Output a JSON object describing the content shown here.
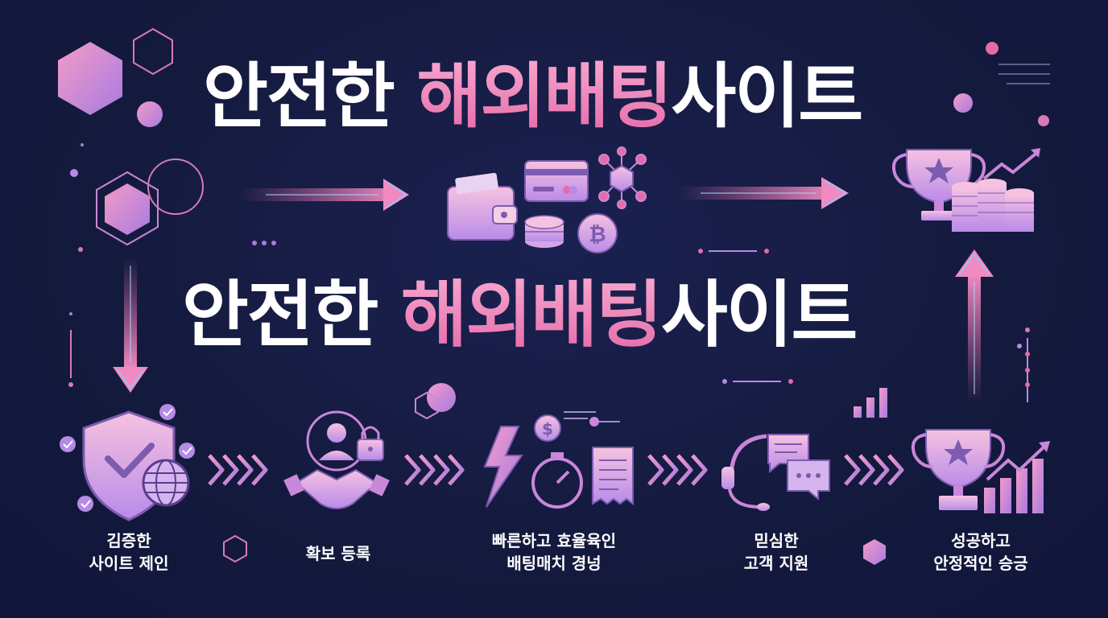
{
  "title": {
    "plain": "안전한 ",
    "highlight": "해외배팅",
    "suffix": "사이트"
  },
  "steps": [
    {
      "line1": "김증한",
      "line2": "사이트 제인",
      "icon": "shield-check-globe-icon"
    },
    {
      "line1": "확보 등록",
      "line2": "",
      "icon": "handshake-user-lock-icon"
    },
    {
      "line1": "빠른하고 효율육인",
      "line2": "배팅매치 경넝",
      "icon": "lightning-stopwatch-receipt-icon"
    },
    {
      "line1": "믿심한",
      "line2": "고객 지원",
      "icon": "headset-chat-icon"
    },
    {
      "line1": "성공하고",
      "line2": "안정적인 승긍",
      "icon": "trophy-growth-chart-icon"
    }
  ],
  "colors": {
    "background": "#141a3d",
    "accent_pink": "#e56aa8",
    "accent_lavender": "#b58be6",
    "text": "#ffffff"
  }
}
